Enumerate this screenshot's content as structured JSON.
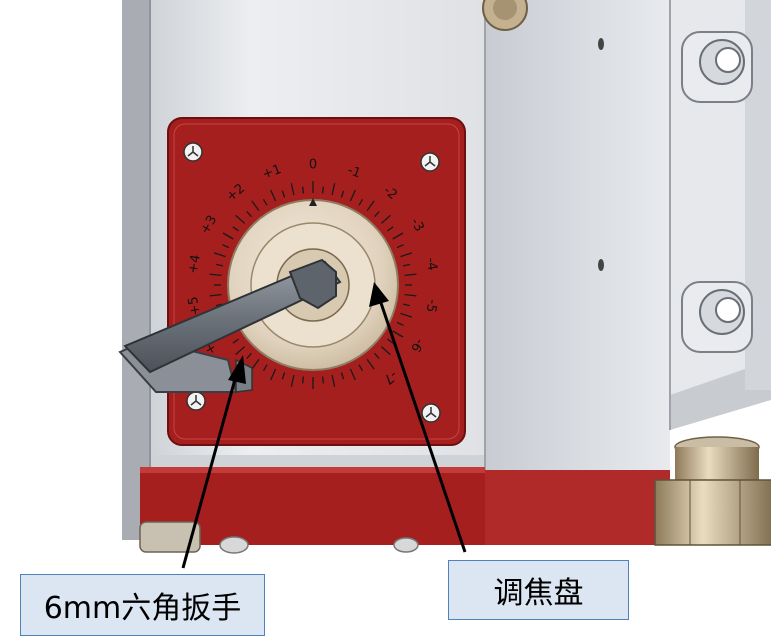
{
  "callouts": {
    "wrench_label": "6mm六角扳手",
    "dial_label": "调焦盘"
  },
  "dial": {
    "scale_marks": [
      "-7",
      "-6",
      "-5",
      "-4",
      "-3",
      "-2",
      "-1",
      "0",
      "+1",
      "+2",
      "+3",
      "+4",
      "+5",
      "+6"
    ]
  },
  "colors": {
    "red_plate": "#a51f1f",
    "housing": "#e4e6ea",
    "callout_fill": "#dce6f2",
    "callout_border": "#4f81bd",
    "arrow": "#000000"
  }
}
